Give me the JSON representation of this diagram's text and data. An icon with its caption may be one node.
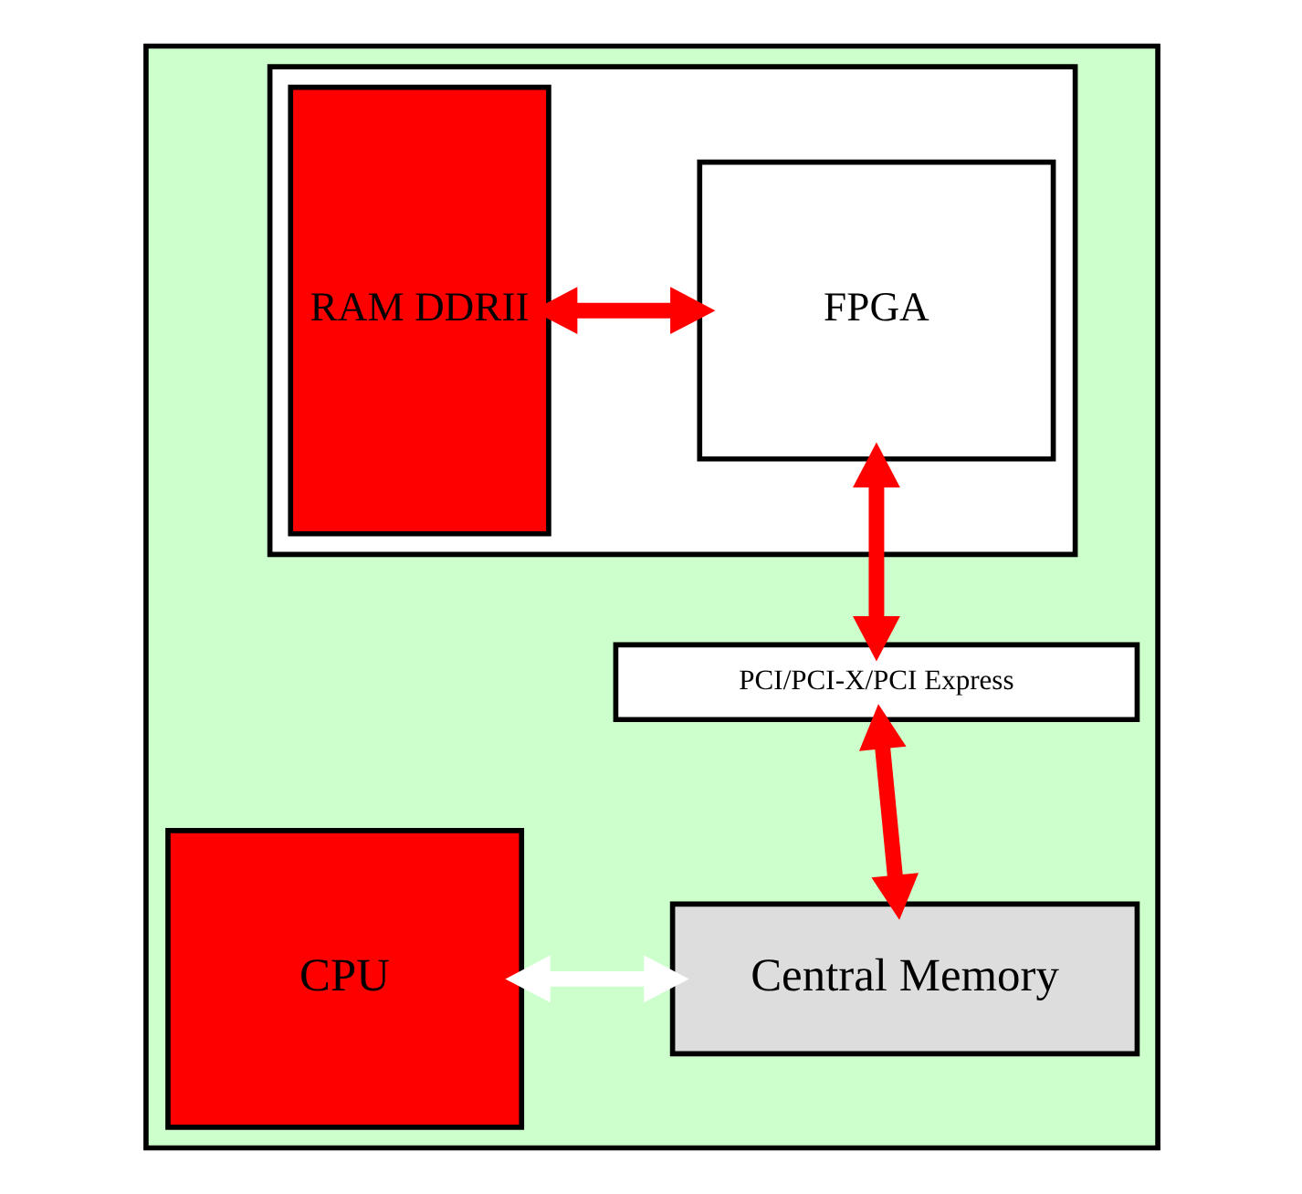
{
  "diagram": {
    "nodes": [
      {
        "text": [],
        "shape": "box"
      },
      {
        "text": [],
        "shape": "box",
        "in": 0
      },
      {
        "text": [
          "RAM DDRII"
        ],
        "in": 1
      },
      {
        "text": [
          "FPGA"
        ],
        "in": 1
      },
      {
        "text": [
          "PCI/PCI-X/PCI Express"
        ],
        "in": 0
      },
      {
        "text": [
          "CPU"
        ],
        "in": 0
      },
      {
        "text": [
          "Central Memory"
        ],
        "in": 0
      }
    ],
    "edges": [
      {
        "from": 2,
        "to": 3,
        "arrow": "both"
      },
      {
        "from": 3,
        "to": 4,
        "arrow": "both"
      },
      {
        "from": 4,
        "to": 6,
        "arrow": "both"
      },
      {
        "from": 5,
        "to": 6,
        "arrow": "both",
        "color": "#ffffff"
      }
    ]
  }
}
